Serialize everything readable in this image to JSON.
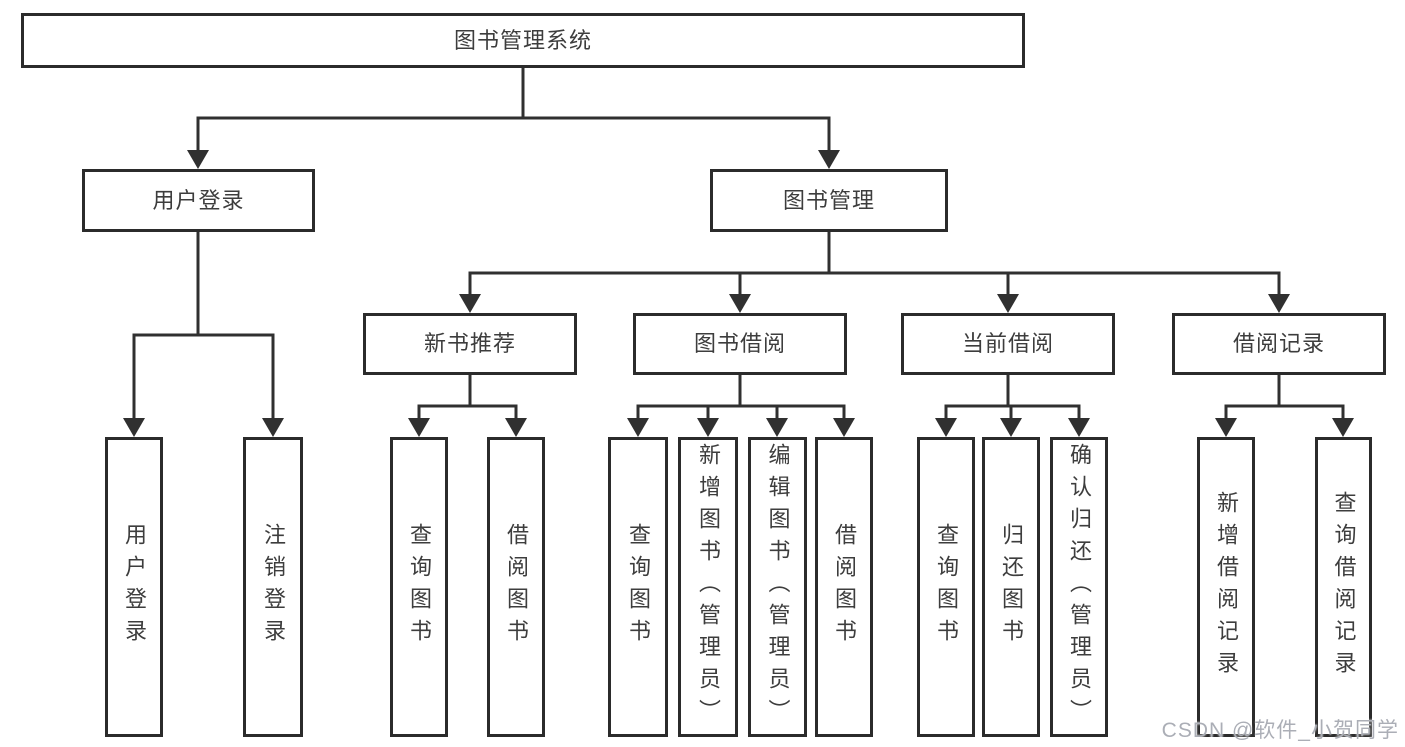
{
  "tree": {
    "label": "图书管理系统",
    "children": [
      {
        "label": "用户登录",
        "children": [
          {
            "label": "用户登录"
          },
          {
            "label": "注销登录"
          }
        ]
      },
      {
        "label": "图书管理",
        "children": [
          {
            "label": "新书推荐",
            "children": [
              {
                "label": "查询图书"
              },
              {
                "label": "借阅图书"
              }
            ]
          },
          {
            "label": "图书借阅",
            "children": [
              {
                "label": "查询图书"
              },
              {
                "label": "新增图书（管理员）"
              },
              {
                "label": "编辑图书（管理员）"
              },
              {
                "label": "借阅图书"
              }
            ]
          },
          {
            "label": "当前借阅",
            "children": [
              {
                "label": "查询图书"
              },
              {
                "label": "归还图书"
              },
              {
                "label": "确认归还（管理员）"
              }
            ]
          },
          {
            "label": "借阅记录",
            "children": [
              {
                "label": "新增借阅记录"
              },
              {
                "label": "查询借阅记录"
              }
            ]
          }
        ]
      }
    ]
  },
  "watermark": {
    "text": "CSDN @软件_小贺同学",
    "color": "#abaeb6"
  },
  "colors": {
    "line": "#303030",
    "box_border": "#2b2b2b",
    "text": "#3d3d3d",
    "background": "#ffffff"
  }
}
